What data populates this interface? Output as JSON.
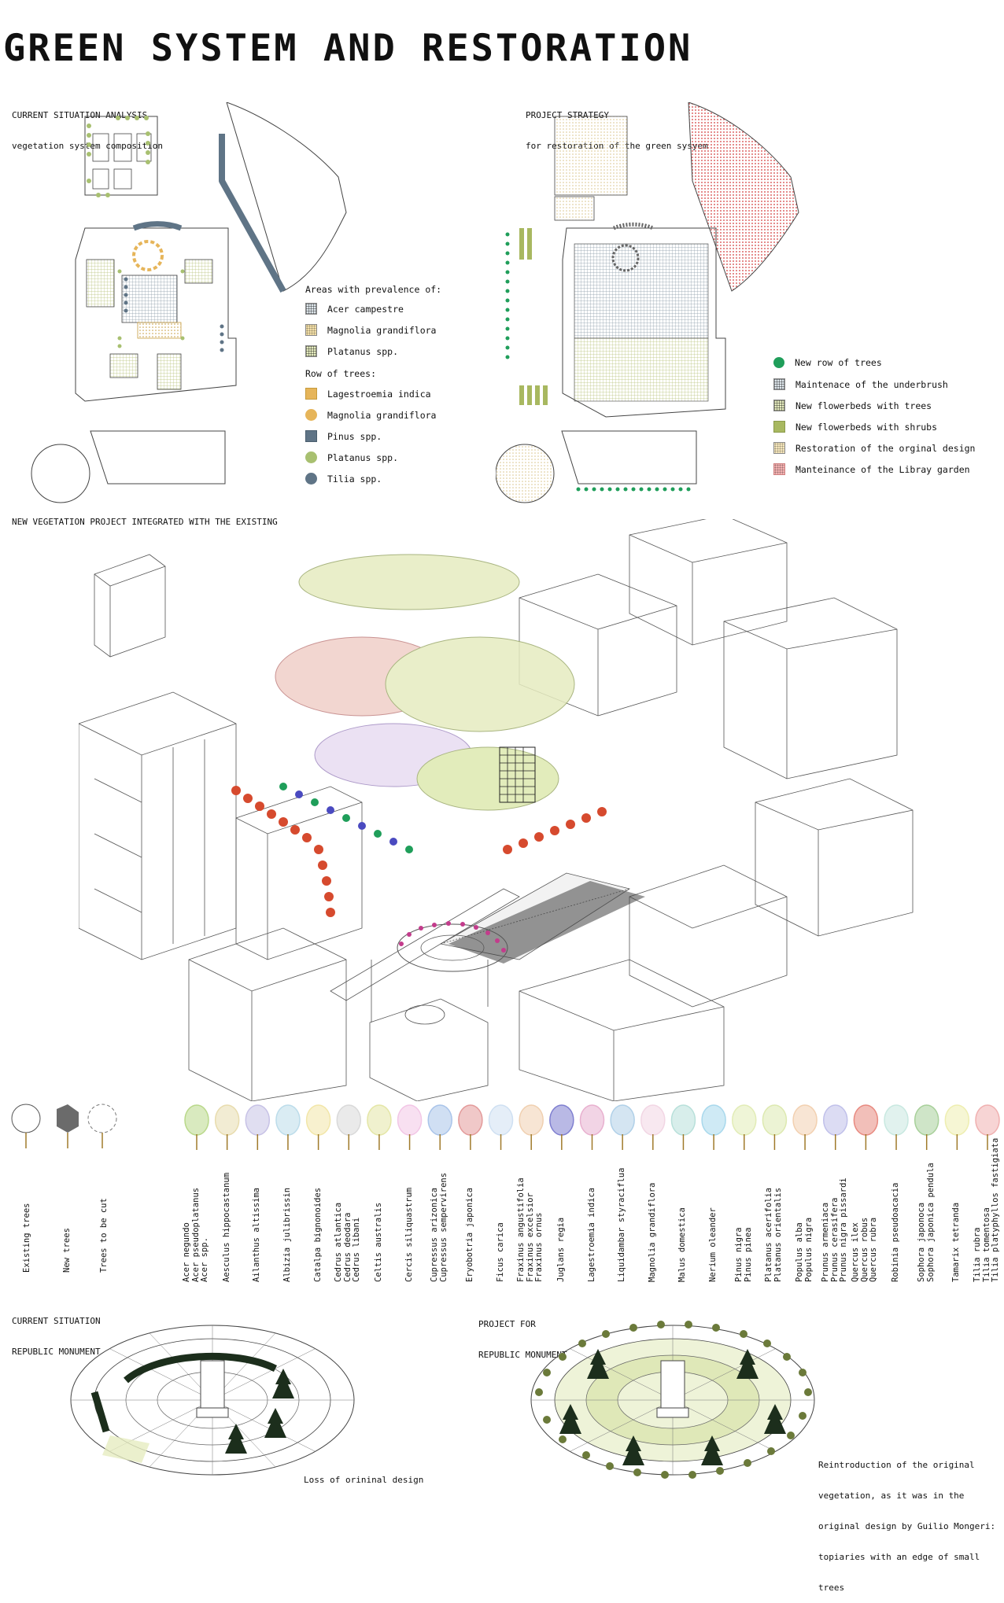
{
  "title": "GREEN SYSTEM AND RESTORATION",
  "current_analysis": {
    "caption_line1": "CURRENT SITUATION ANALYSIS",
    "caption_line2": "vegetation system composition",
    "legend": {
      "areas_title": "Areas with prevalence of:",
      "areas": [
        {
          "label": "Acer campestre",
          "color": "#dfe7ec",
          "pattern": "grid"
        },
        {
          "label": "Magnolia grandiflora",
          "color": "#f3dfa8",
          "pattern": "dots"
        },
        {
          "label": "Platanus spp.",
          "color": "#e6ecc0",
          "pattern": "grid"
        }
      ],
      "rows_title": "Row of trees:",
      "rows": [
        {
          "label": "Lagestroemia indica",
          "color": "#e6b55a",
          "shape": "square"
        },
        {
          "label": "Magnolia grandiflora",
          "color": "#e6b55a",
          "shape": "circle"
        },
        {
          "label": "Pinus spp.",
          "color": "#5f7486",
          "shape": "square"
        },
        {
          "label": "Platanus spp.",
          "color": "#a8c070",
          "shape": "circle"
        },
        {
          "label": "Tilia spp.",
          "color": "#5f7486",
          "shape": "circle"
        }
      ]
    }
  },
  "project_strategy": {
    "caption_line1": "PROJECT STRATEGY",
    "caption_line2": "for restoration of the green sysyem",
    "legend": [
      {
        "label": "New row of trees",
        "color": "#1f9e5a",
        "shape": "circle"
      },
      {
        "label": "Maintenace of the underbrush",
        "color": "#dfe7ec",
        "shape": "grid"
      },
      {
        "label": "New flowerbeds with trees",
        "color": "#e6ecc0",
        "shape": "grid"
      },
      {
        "label": "New flowerbeds with shrubs",
        "color": "#a8b860",
        "shape": "solid"
      },
      {
        "label": "Restoration of the orginal design",
        "color": "#f5e6bc",
        "shape": "dots"
      },
      {
        "label": "Manteinance of the Libray garden",
        "color": "#f2b0b0",
        "shape": "dots"
      }
    ]
  },
  "axonometric": {
    "caption": "NEW VEGETATION PROJECT INTEGRATED WITH THE EXISTING"
  },
  "species": {
    "status_legend": [
      {
        "label": "Existing trees",
        "icon": "existing-tree-icon"
      },
      {
        "label": "New trees",
        "icon": "new-tree-icon"
      },
      {
        "label": "Trees to be cut",
        "icon": "cut-tree-icon"
      }
    ],
    "groups": [
      {
        "lines": [
          "Acer negundo",
          "Acer pseudoplatanus",
          "Acer spp."
        ],
        "color": "#b9d88a"
      },
      {
        "lines": [
          "Aesculus hippocastanum"
        ],
        "color": "#e8dcae"
      },
      {
        "lines": [
          "Ailanthus altissima"
        ],
        "color": "#c7c2e6"
      },
      {
        "lines": [
          "Albizia julibrissin"
        ],
        "color": "#bcdcea"
      },
      {
        "lines": [
          "Catalpa bignonoides"
        ],
        "color": "#f2e6a8"
      },
      {
        "lines": [
          "Cedrus atlantica",
          "Cedrus deodara",
          "Cedrus libani"
        ],
        "color": "#d9d9d9"
      },
      {
        "lines": [
          "Celtis australis"
        ],
        "color": "#e4e6a6"
      },
      {
        "lines": [
          "Cercis siliquastrum"
        ],
        "color": "#f2c6e6"
      },
      {
        "lines": [
          "Cupressus arizonica",
          "Cupressus sempervirens"
        ],
        "color": "#a9c4ea"
      },
      {
        "lines": [
          "Eryobotria japonica"
        ],
        "color": "#e39a9a"
      },
      {
        "lines": [
          "Ficus carica"
        ],
        "color": "#cfe0f2"
      },
      {
        "lines": [
          "Fraxinus angustifolia",
          "Fraxinus excelsior",
          "Fraxinus ornus"
        ],
        "color": "#f0d0b0"
      },
      {
        "lines": [
          "Juglans regia"
        ],
        "color": "#7f7fd0"
      },
      {
        "lines": [
          "Lagestroemia indica"
        ],
        "color": "#e8b0cf"
      },
      {
        "lines": [
          "Liquidambar styraciflua"
        ],
        "color": "#b0d0e8"
      },
      {
        "lines": [
          "Magnolia grandiflora"
        ],
        "color": "#f2d6e4"
      },
      {
        "lines": [
          "Malus domestica"
        ],
        "color": "#b8e0da"
      },
      {
        "lines": [
          "Nerium oleander"
        ],
        "color": "#a8d8ec"
      },
      {
        "lines": [
          "Pinus nigra",
          "Pinus pinea"
        ],
        "color": "#e2ecb6"
      },
      {
        "lines": [
          "Platanus acerifolia",
          "Platanus orientalis"
        ],
        "color": "#dde9b0"
      },
      {
        "lines": [
          "Populus alba",
          "Populus nigra"
        ],
        "color": "#f2d0b0"
      },
      {
        "lines": [
          "Prunus armeniaca",
          "Prunus cerasifera",
          "Prunus nigra pissardi"
        ],
        "color": "#c0c0ea"
      },
      {
        "lines": [
          "Quercus ilex",
          "Quercus robus",
          "Quercus rubra"
        ],
        "color": "#e88a80"
      },
      {
        "lines": [
          "Robinia pseudoacacia"
        ],
        "color": "#c8e8e0"
      },
      {
        "lines": [
          "Sophora japonoca",
          "Sophora japonica pendula"
        ],
        "color": "#a8d09a"
      },
      {
        "lines": [
          "Tamarix tetranda"
        ],
        "color": "#eeeeb0"
      },
      {
        "lines": [
          "Tilia rubra",
          "Tilia tomentosa",
          "Tilia platyphyllos fastigiata"
        ],
        "color": "#f0b0b0"
      }
    ]
  },
  "monument_current": {
    "caption_line1": "CURRENT SITUATION",
    "caption_line2": "REPUBLIC MONUMENT",
    "note": "Loss of orininal design"
  },
  "monument_project": {
    "caption_line1": "PROJECT FOR",
    "caption_line2": "REPUBLIC MONUMENT",
    "note_lines": [
      "Reintroduction of the original",
      "vegetation, as it was in the",
      "original design by Guilio Mongeri:",
      "topiaries with an edge of small",
      "trees"
    ]
  }
}
